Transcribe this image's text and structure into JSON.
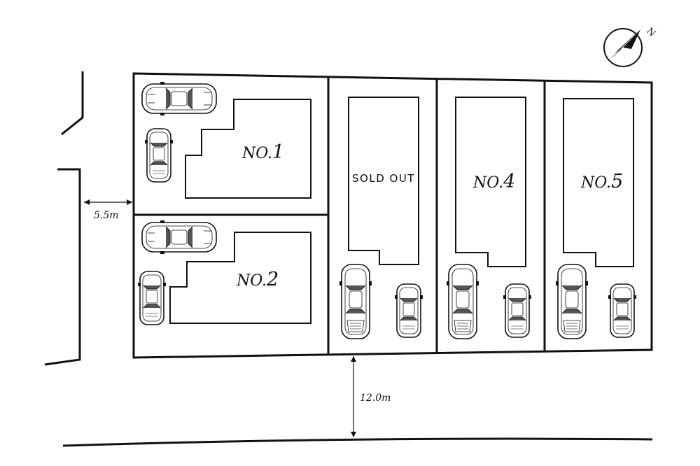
{
  "lots": [
    {
      "id": "1",
      "prefix": "NO.",
      "num": "1"
    },
    {
      "id": "2",
      "prefix": "NO.",
      "num": "2"
    },
    {
      "id": "3",
      "sold": "SOLD OUT"
    },
    {
      "id": "4",
      "prefix": "NO.",
      "num": "4"
    },
    {
      "id": "5",
      "prefix": "NO.",
      "num": "5"
    }
  ],
  "dimensions": {
    "side_road": "5.5m",
    "front_road": "12.0m"
  },
  "compass": {
    "label": "N"
  }
}
